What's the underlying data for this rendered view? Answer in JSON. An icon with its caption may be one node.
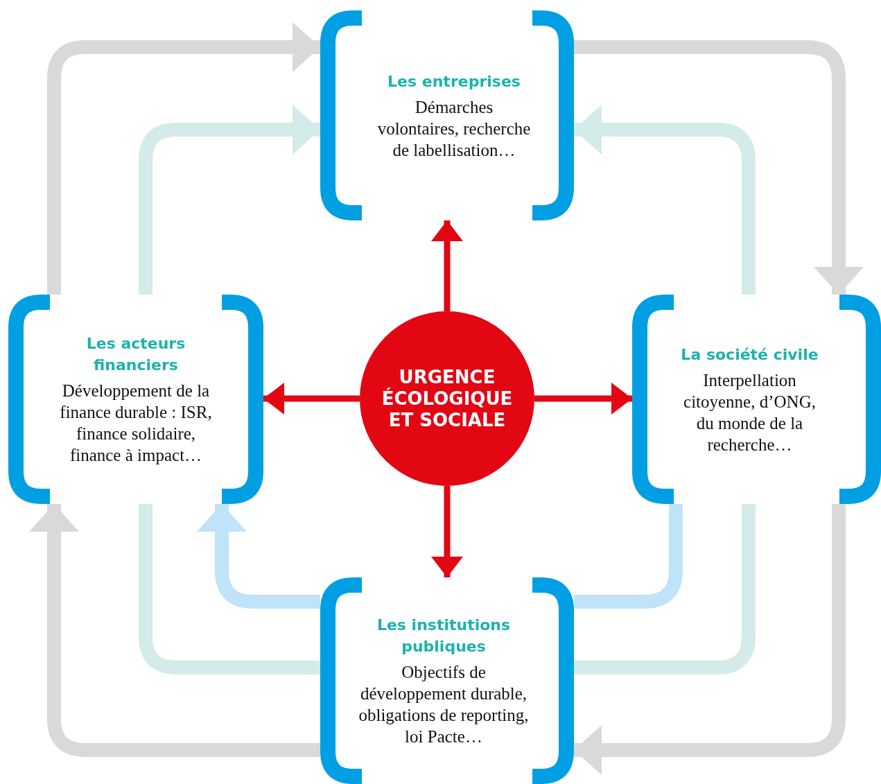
{
  "diagram": {
    "nodes": [
      {
        "text": [
          "Les entreprises",
          "Démarches volontaires, recherche de labellisation…"
        ]
      },
      {
        "text": [
          "Les acteurs financiers",
          "Développement de la finance durable : ISR, finance solidaire, finance à impact…"
        ]
      },
      {
        "text": [
          "URGENCE ÉCOLOGIQUE ET SOCIALE"
        ]
      },
      {
        "text": [
          "La société civile",
          "Interpellation citoyenne, d’ONG, du monde de la recherche…"
        ]
      },
      {
        "text": [
          "Les institutions publiques",
          "Objectifs de développement durable, obligations de reporting, loi Pacte…"
        ]
      }
    ],
    "edges": [
      {
        "from": 1,
        "to": 0,
        "arrow": "to"
      },
      {
        "from": 1,
        "to": 0,
        "arrow": "to",
        "color": "#d3ebe9"
      },
      {
        "from": 0,
        "to": 3,
        "arrow": "to"
      },
      {
        "from": 3,
        "to": 0,
        "arrow": "to",
        "color": "#d3ebe9"
      },
      {
        "from": 2,
        "to": 0,
        "arrow": "to",
        "color": "#e30613"
      },
      {
        "from": 2,
        "to": 1,
        "arrow": "to",
        "color": "#e30613"
      },
      {
        "from": 2,
        "to": 3,
        "arrow": "to",
        "color": "#e30613"
      },
      {
        "from": 2,
        "to": 4,
        "arrow": "to",
        "color": "#e30613"
      },
      {
        "from": 3,
        "to": 4,
        "arrow": "none",
        "color": "#bfe3f8"
      },
      {
        "from": 4,
        "to": 1,
        "arrow": "to",
        "color": "#bfe3f8"
      },
      {
        "from": 1,
        "to": 4,
        "arrow": "none",
        "color": "#d3ebe9"
      },
      {
        "from": 3,
        "to": 4,
        "arrow": "none",
        "color": "#d3ebe9"
      },
      {
        "from": 4,
        "to": 1,
        "arrow": "to"
      },
      {
        "from": 3,
        "to": 4,
        "arrow": "to"
      }
    ]
  }
}
